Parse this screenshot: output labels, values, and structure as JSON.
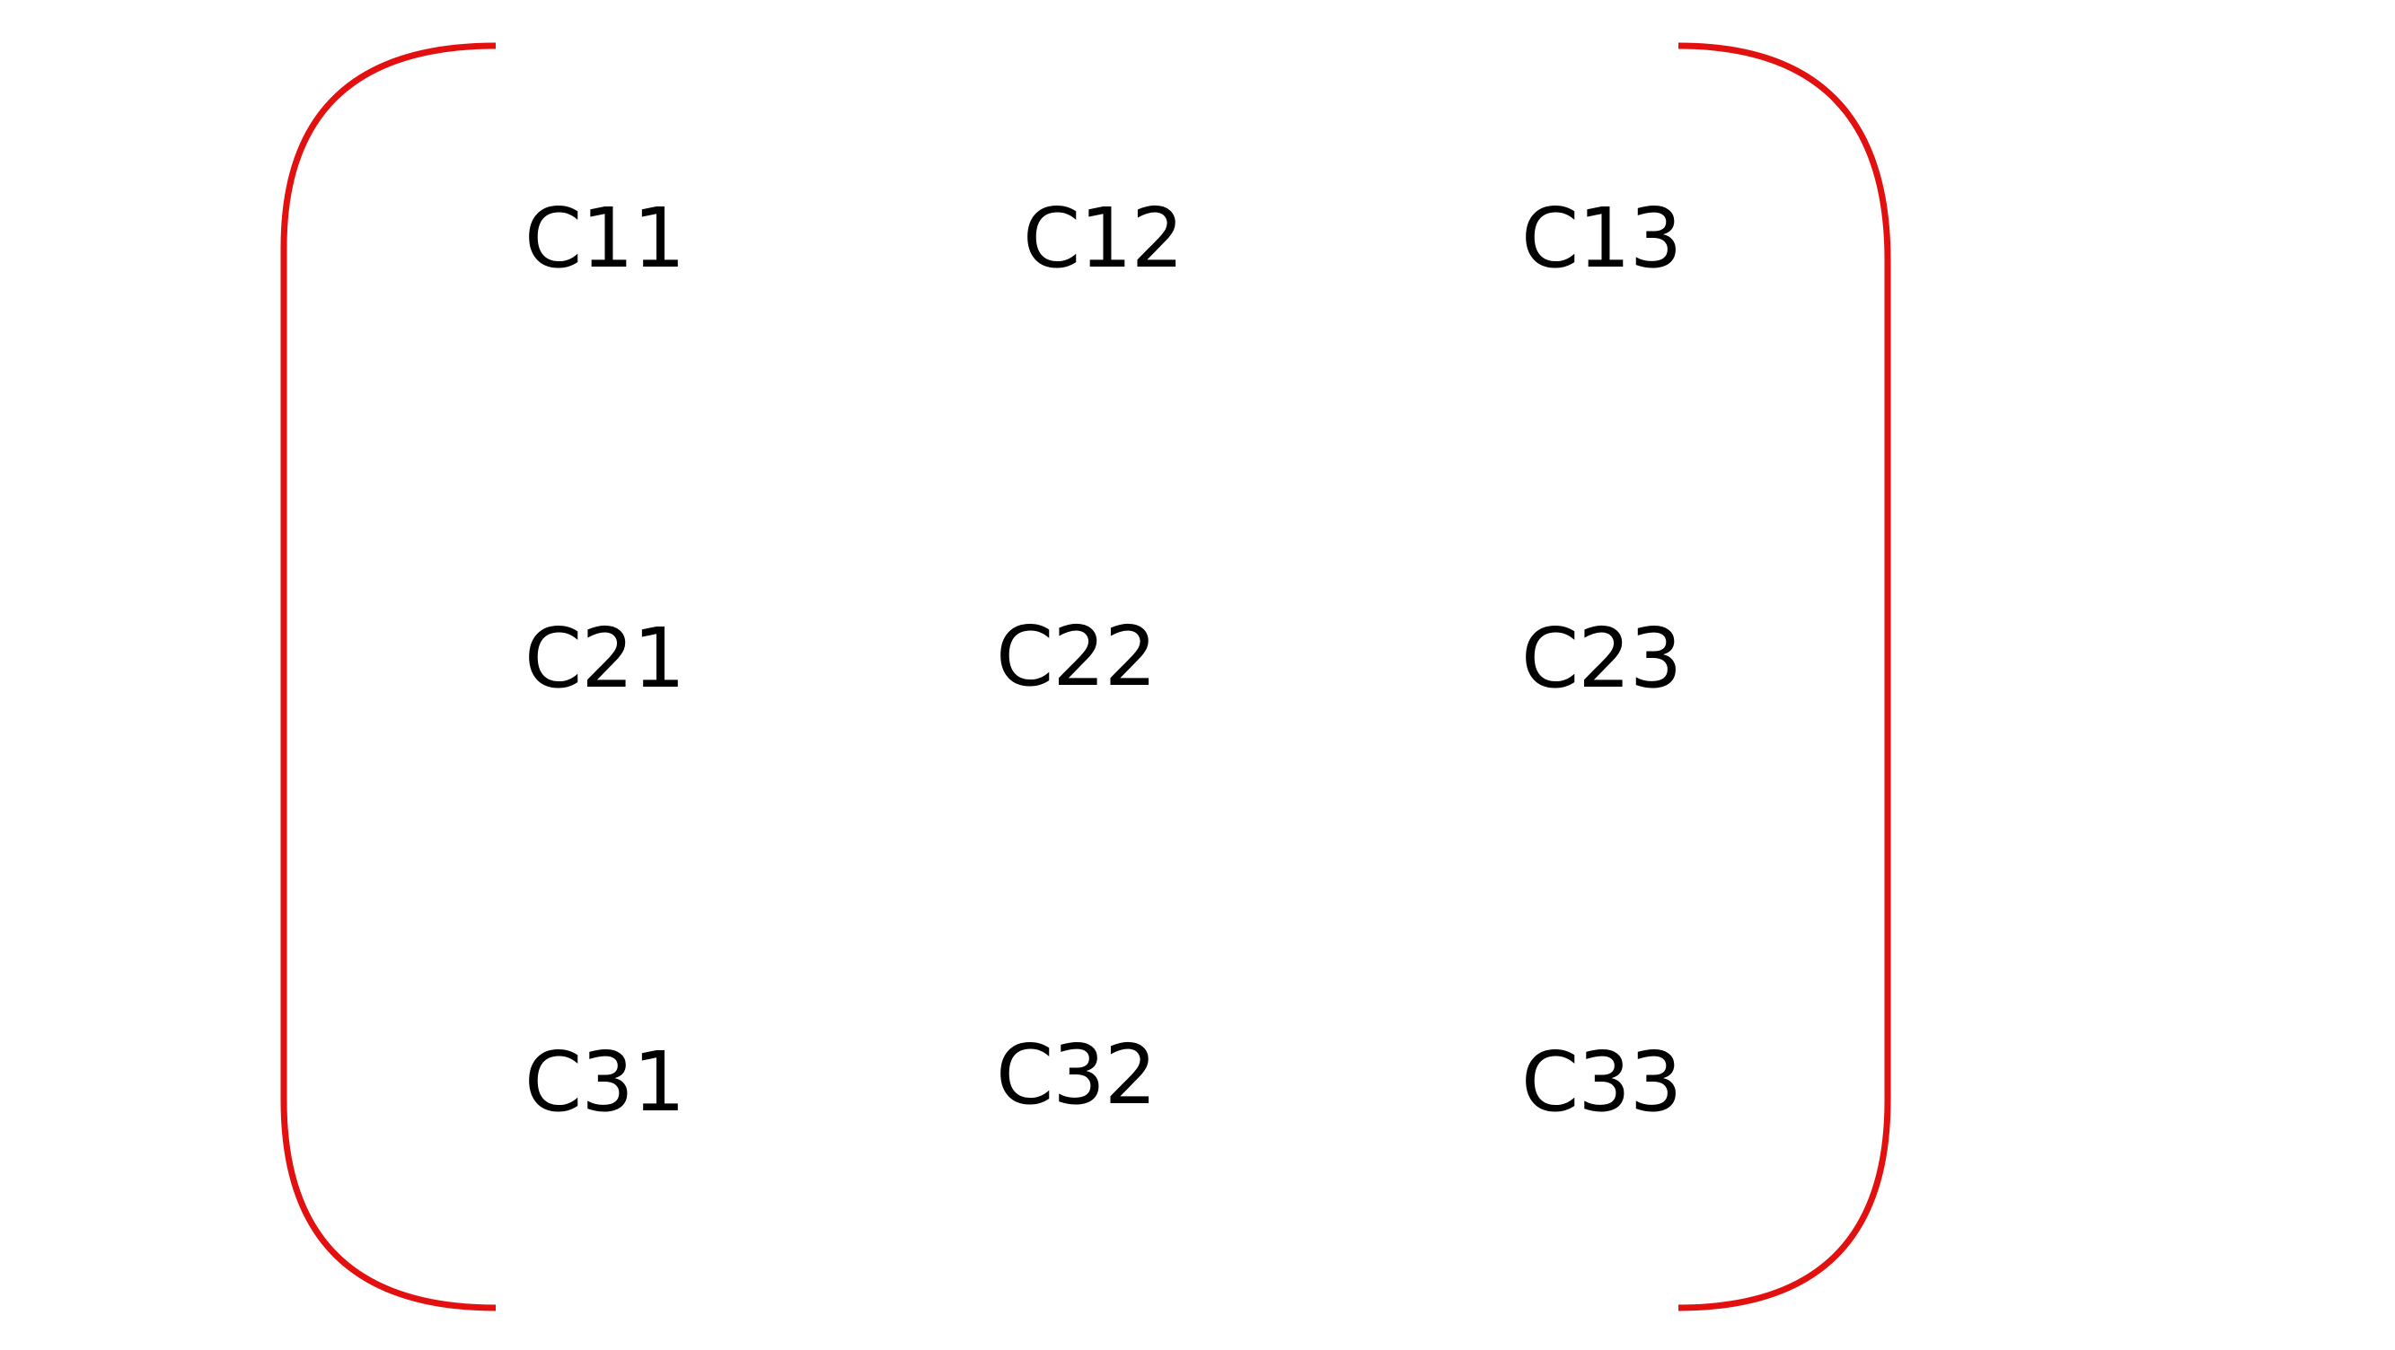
{
  "colors": {
    "bracket": "#e31010",
    "text": "#000000",
    "background": "#ffffff"
  },
  "matrix": {
    "rows": [
      [
        "C11",
        "C12",
        "C13"
      ],
      [
        "C21",
        "C22",
        "C23"
      ],
      [
        "C31",
        "C32",
        "C33"
      ]
    ]
  }
}
